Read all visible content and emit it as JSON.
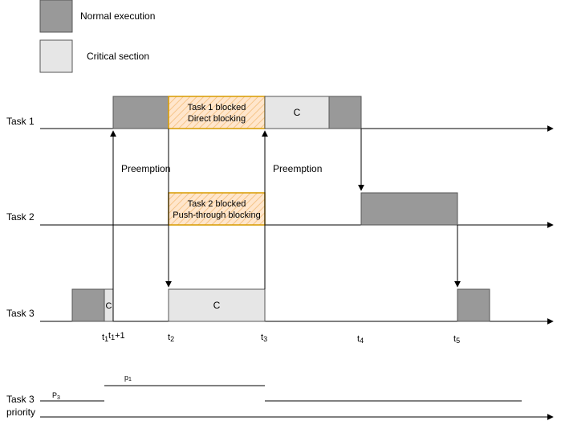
{
  "legend": {
    "normal_label": "Normal execution",
    "critical_label": "Critical section"
  },
  "tasks": {
    "task1_label": "Task 1",
    "task2_label": "Task 2",
    "task3_label": "Task 3",
    "priority_label_line1": "Task 3",
    "priority_label_line2": "priority"
  },
  "blocks": {
    "critical_mark": "C",
    "task1_blocked_line1": "Task 1 blocked",
    "task1_blocked_line2": "Direct blocking",
    "task2_blocked_line1": "Task 2 blocked",
    "task2_blocked_line2": "Push-through blocking"
  },
  "annotations": {
    "preemption_1": "Preemption",
    "preemption_2": "Preemption"
  },
  "time_labels": {
    "t1": "t",
    "t1_sub": "1",
    "t1b": "t",
    "t1b_sub": "1",
    "t1b_suffix": "+1",
    "t2": "t",
    "t2_sub": "2",
    "t3": "t",
    "t3_sub": "3",
    "t4": "t",
    "t4_sub": "4",
    "t5": "t",
    "t5_sub": "5"
  },
  "priority_levels": {
    "p3": "P",
    "p3_sub": "3",
    "p1": "p",
    "p1_sub": "1"
  },
  "colors": {
    "normal": "#999999",
    "critical": "#e6e6e6",
    "blocked_border": "#d79b00",
    "blocked_fill": "#ffe6cc"
  }
}
